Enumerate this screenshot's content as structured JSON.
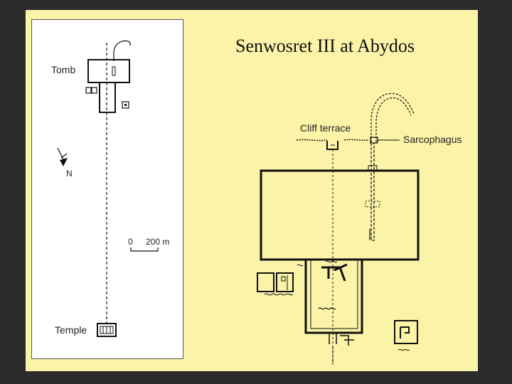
{
  "title": "Senwosret III at Abydos",
  "site_map": {
    "tomb_label": "Tomb",
    "north_label": "N",
    "scale_zero": "0",
    "scale_distance": "200 m",
    "temple_label": "Temple"
  },
  "detail_plan": {
    "cliff_terrace_label": "Cliff terrace",
    "sarcophagus_label": "Sarcophagus"
  },
  "colors": {
    "background": "#2b2b2b",
    "slide": "#fbf3a8",
    "panel": "#ffffff",
    "ink": "#111111"
  }
}
